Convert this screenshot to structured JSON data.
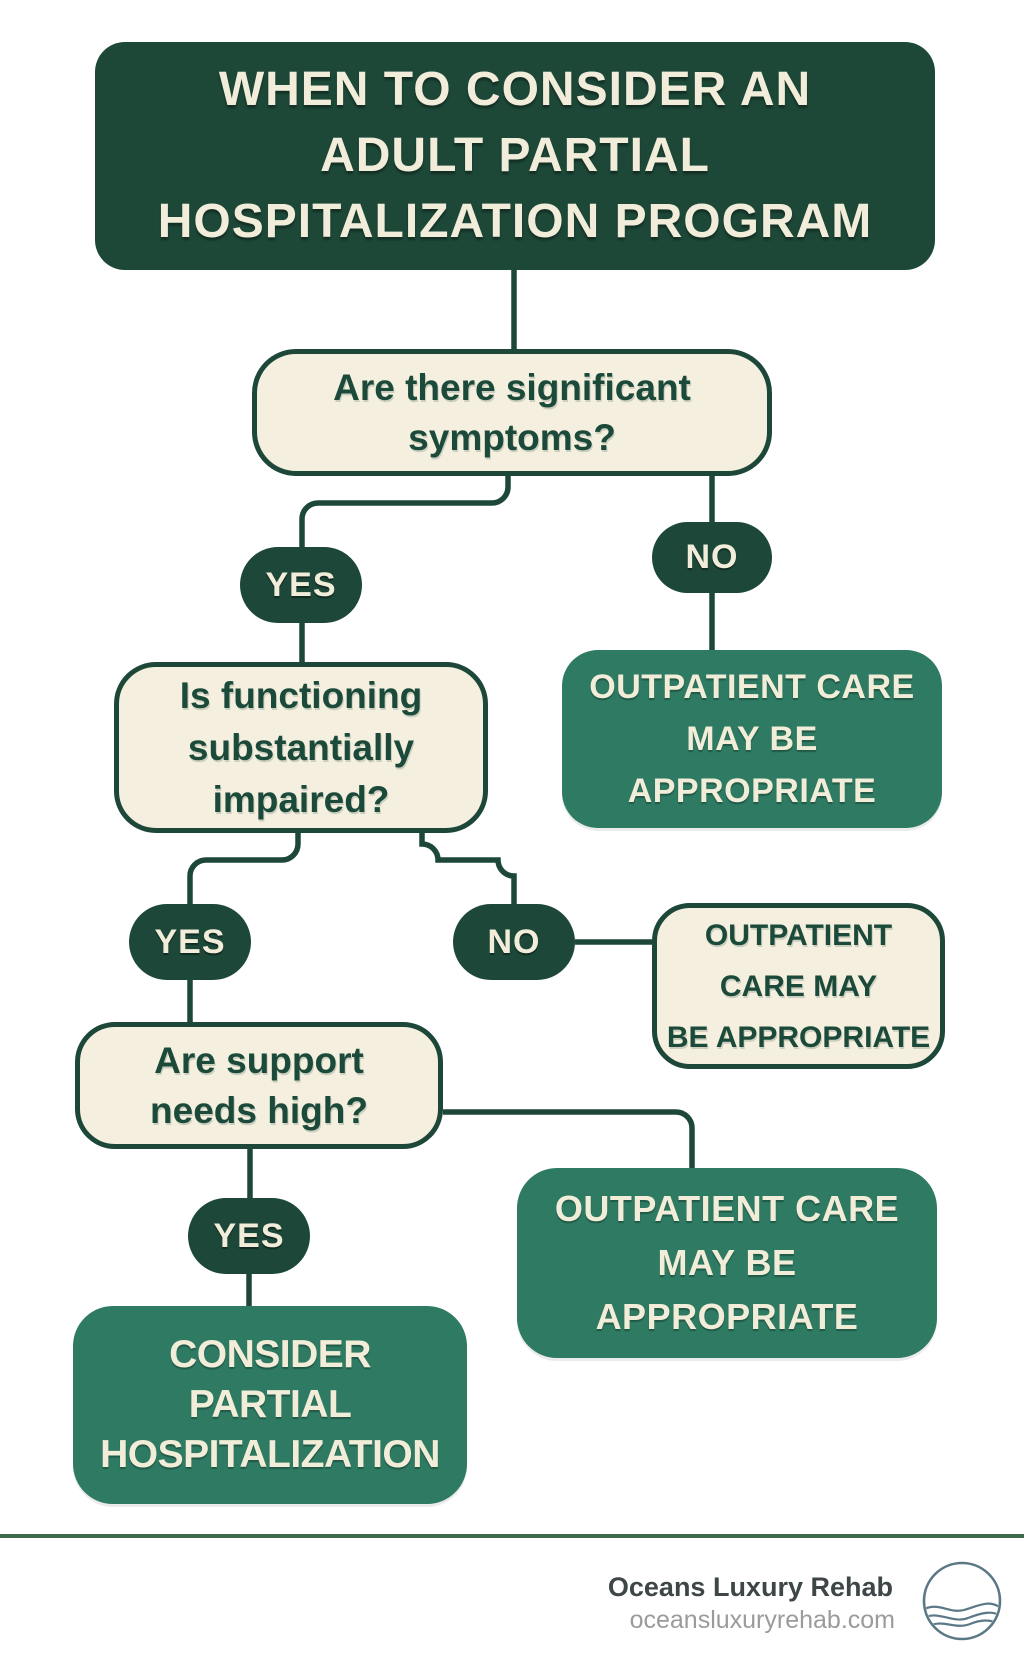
{
  "title": {
    "lines": [
      "WHEN TO CONSIDER AN",
      "ADULT PARTIAL",
      "HOSPITALIZATION PROGRAM"
    ]
  },
  "flow": {
    "q1": {
      "lines": [
        "Are there significant",
        "symptoms?"
      ]
    },
    "branch1": {
      "yes": "YES",
      "no": "NO"
    },
    "outcome1": {
      "lines": [
        "OUTPATIENT CARE",
        "MAY BE",
        "APPROPRIATE"
      ]
    },
    "q2": {
      "lines": [
        "Is functioning",
        "substantially",
        "impaired?"
      ]
    },
    "branch2": {
      "yes": "YES",
      "no": "NO"
    },
    "outcome2": {
      "lines": [
        "OUTPATIENT",
        "CARE MAY",
        "BE APPROPRIATE"
      ]
    },
    "q3": {
      "lines": [
        "Are support",
        "needs high?"
      ]
    },
    "branch3": {
      "yes": "YES"
    },
    "outcome3": {
      "lines": [
        "OUTPATIENT CARE",
        "MAY BE",
        "APPROPRIATE"
      ]
    },
    "final": {
      "lines": [
        "CONSIDER",
        "PARTIAL",
        "HOSPITALIZATION"
      ]
    }
  },
  "footer": {
    "brand": "Oceans Luxury Rehab",
    "website": "oceansluxuryrehab.com",
    "logo_icon": "ocean-waves-logo"
  },
  "colors": {
    "dark_green": "#1d4839",
    "medium_green": "#2e7a63",
    "cream": "#f4efde",
    "question_text": "#1c4a3a",
    "rule_green": "#3d6b4b",
    "logo_blue": "#5b7886",
    "brand_text": "#3f4648",
    "website_text": "#9b9b9b"
  }
}
